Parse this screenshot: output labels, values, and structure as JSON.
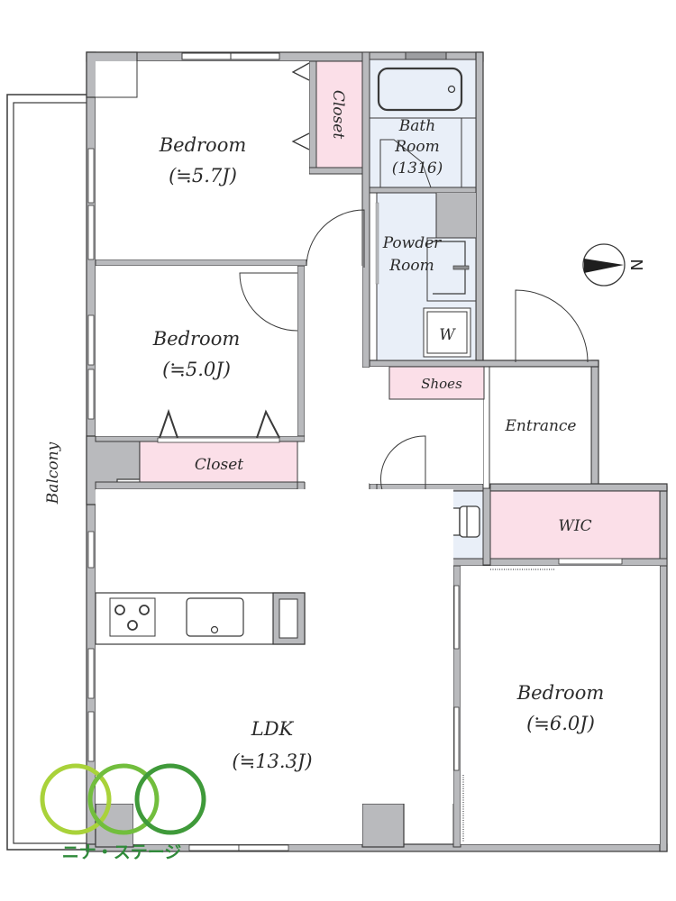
{
  "plan": {
    "compass": {
      "label": "N"
    },
    "rooms": {
      "bedroom_top": {
        "name": "Bedroom",
        "size": "(≒5.7J)"
      },
      "bedroom_mid": {
        "name": "Bedroom",
        "size": "(≒5.0J)"
      },
      "bedroom_right": {
        "name": "Bedroom",
        "size": "(≒6.0J)"
      },
      "ldk": {
        "name": "LDK",
        "size": "(≒13.3J)"
      },
      "bath": {
        "line1": "Bath",
        "line2": "Room",
        "line3": "(1316)"
      },
      "powder": {
        "line1": "Powder",
        "line2": "Room"
      },
      "washer": {
        "label": "W"
      },
      "closet_top": {
        "label": "Closet"
      },
      "closet_mid": {
        "label": "Closet"
      },
      "shoes": {
        "label": "Shoes"
      },
      "entrance": {
        "label": "Entrance"
      },
      "wic": {
        "label": "WIC"
      },
      "balcony": {
        "label": "Balcony"
      }
    },
    "colors": {
      "wall": "#b9babd",
      "wall_line": "#3a3a3a",
      "closet_fill": "#fbdfe8",
      "wet_fill": "#e9eff8",
      "logo_green_1": "#a9d23a",
      "logo_green_2": "#72be3d",
      "logo_green_3": "#3f9a3a"
    }
  },
  "logo": {
    "text": "ニナ・ステージ"
  }
}
